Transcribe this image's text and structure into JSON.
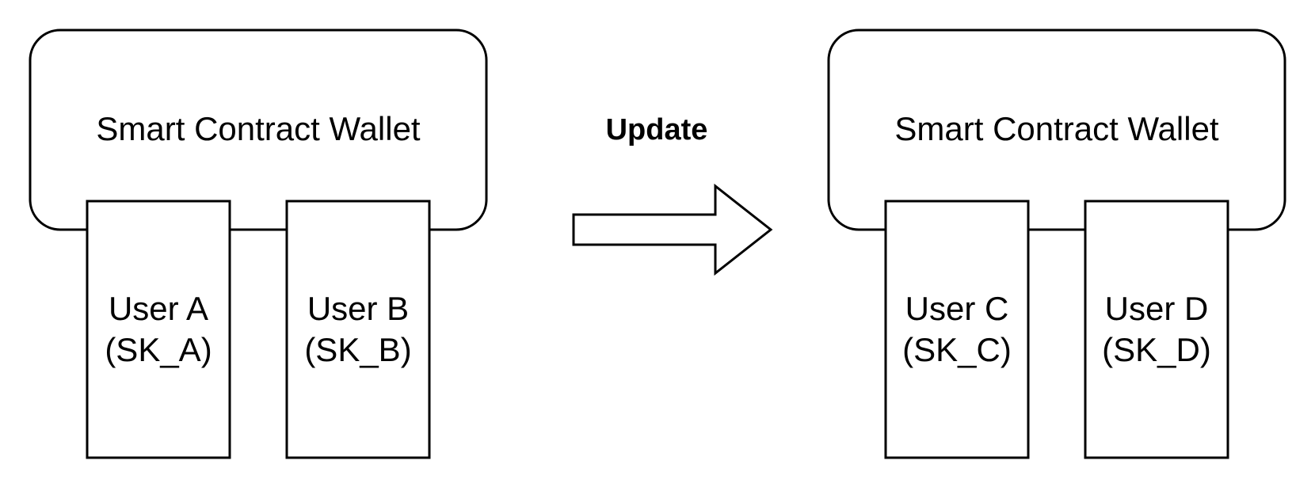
{
  "diagram": {
    "left_wallet": {
      "title": "Smart Contract Wallet",
      "users": [
        {
          "name": "User A",
          "key": "(SK_A)"
        },
        {
          "name": "User B",
          "key": "(SK_B)"
        }
      ]
    },
    "arrow_label": "Update",
    "right_wallet": {
      "title": "Smart Contract Wallet",
      "users": [
        {
          "name": "User C",
          "key": "(SK_C)"
        },
        {
          "name": "User D",
          "key": "(SK_D)"
        }
      ]
    },
    "colors": {
      "stroke": "#000000",
      "fill": "#ffffff",
      "text": "#000000"
    }
  }
}
